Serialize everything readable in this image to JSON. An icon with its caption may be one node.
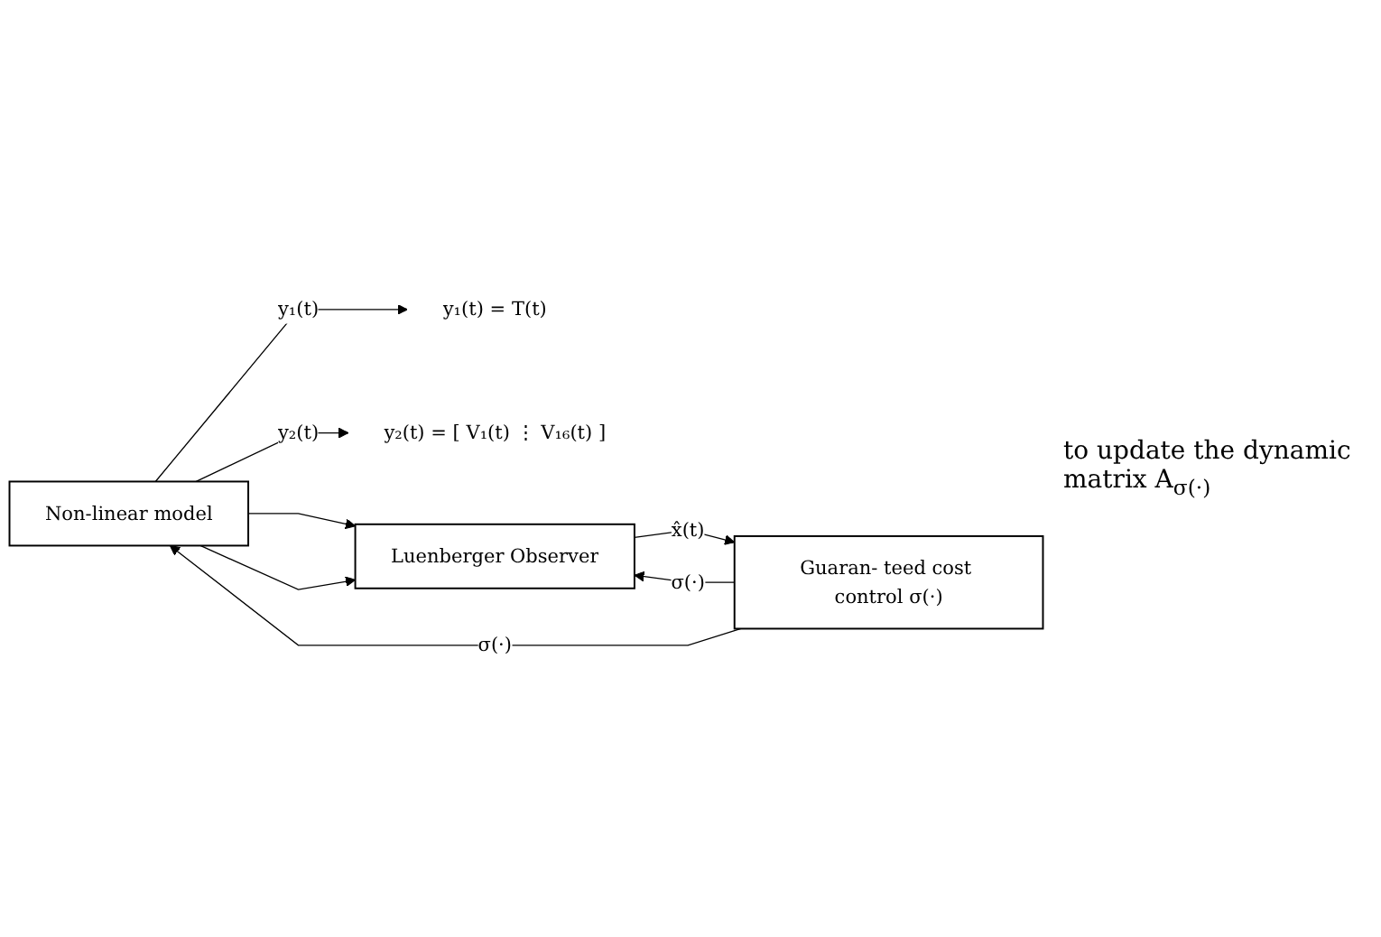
{
  "diagram": {
    "nodes": [
      {
        "text": [
          "Non-linear model"
        ]
      },
      {
        "text": [
          "Guaran- teed cost control σ(·)"
        ]
      },
      {
        "text": [
          "Luenberger Observer"
        ]
      },
      {
        "text": [
          "y₁(t) = T(t)"
        ]
      },
      {
        "text": [
          "y₂(t) = [ V₁(t) ⋮ V₁₆(t) ]"
        ]
      }
    ],
    "edges": [
      {
        "from": 1,
        "to": 0,
        "arrow": "to",
        "label": "σ(·)"
      },
      {
        "from": 0,
        "to": 3,
        "arrow": "to",
        "label": "y₁(t)"
      },
      {
        "from": 0,
        "to": 4,
        "arrow": "to",
        "label": "y₂(t)"
      },
      {
        "from": 0,
        "to": 2,
        "arrow": "to"
      },
      {
        "from": 0,
        "to": 2,
        "arrow": "to"
      },
      {
        "from": 1,
        "to": 2,
        "arrow": "to",
        "label": "σ(·)"
      },
      {
        "from": 2,
        "to": 1,
        "arrow": "to",
        "label": "x̂(t)"
      }
    ],
    "labels": [
      "to update the dynamic matrix A$_{σ(·)}$"
    ]
  }
}
